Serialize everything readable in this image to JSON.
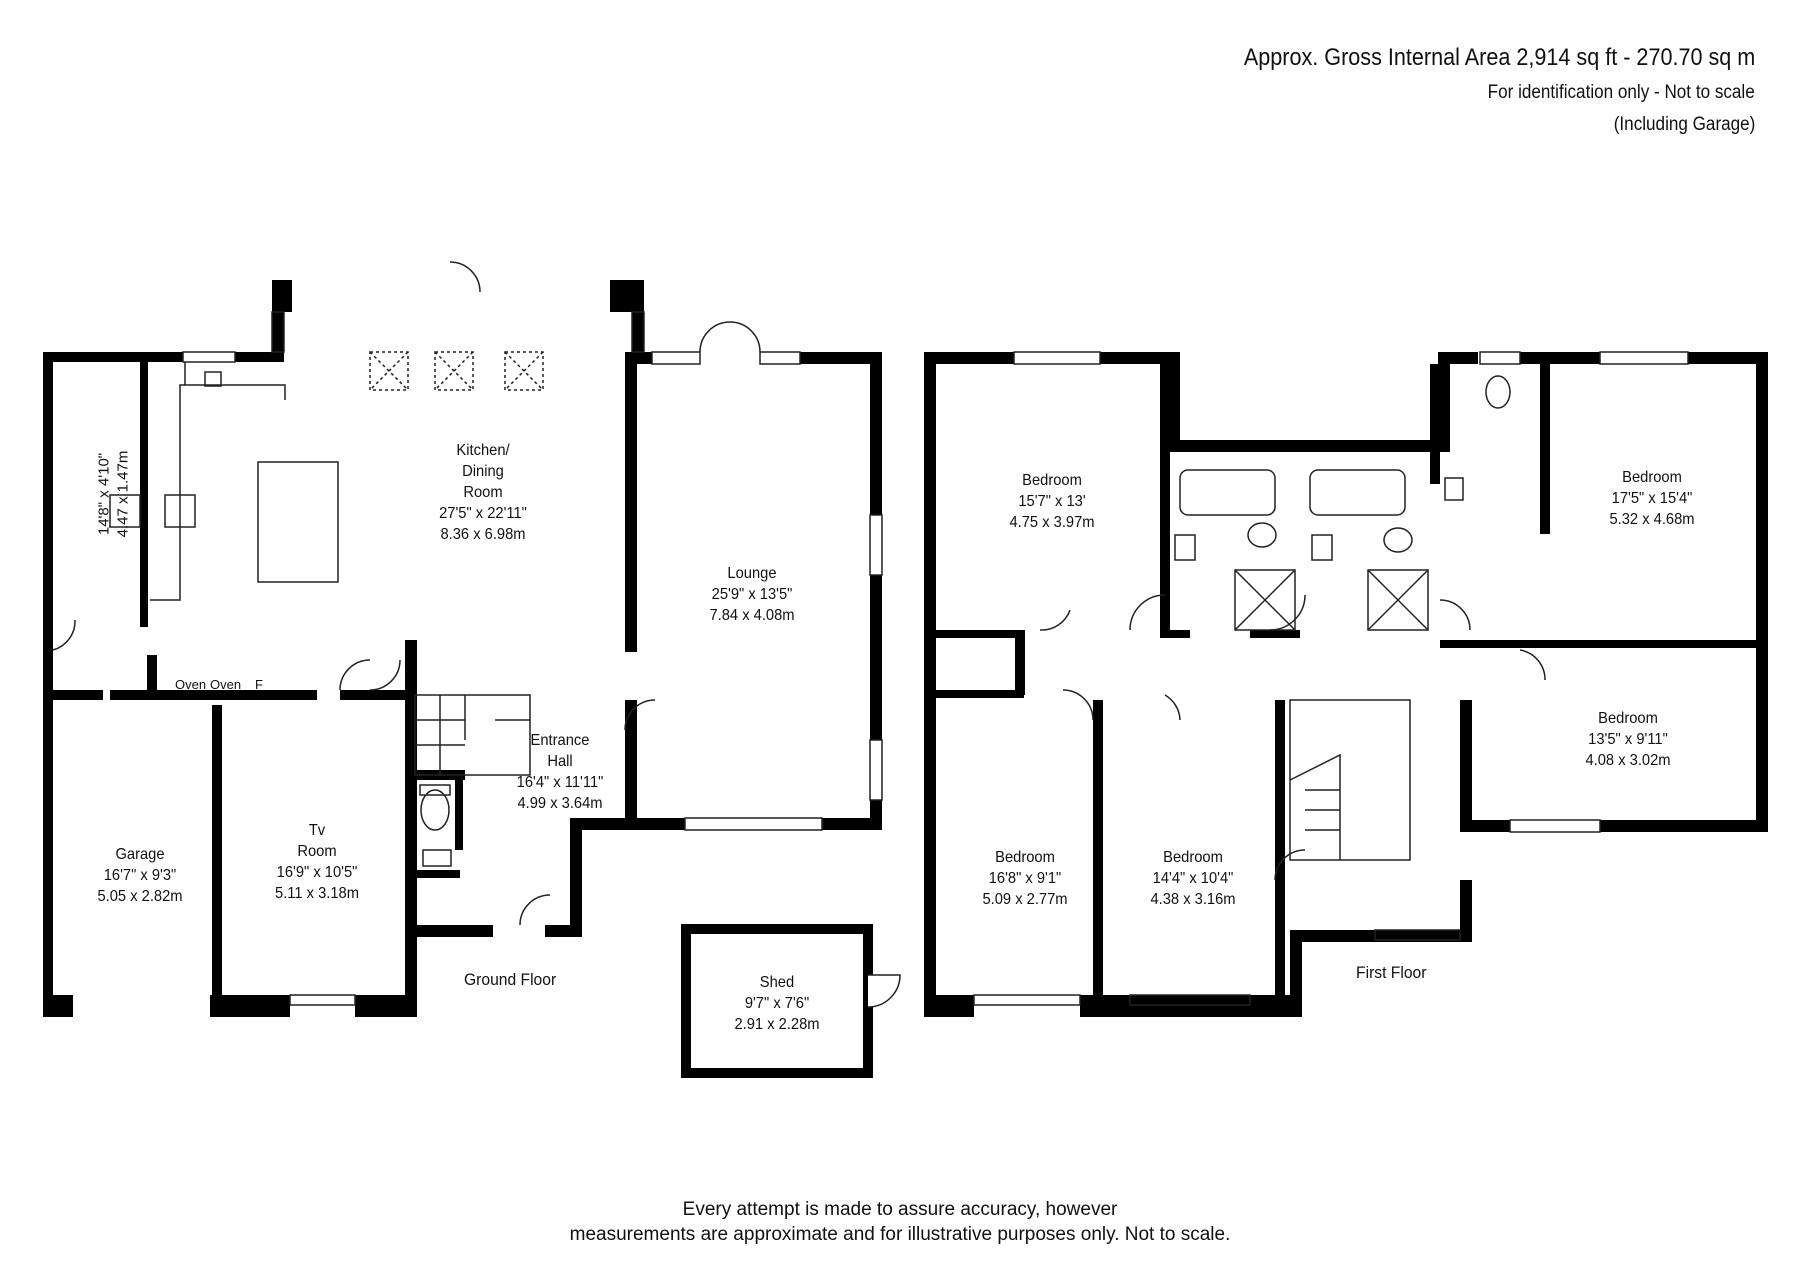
{
  "header": {
    "area": "Approx. Gross Internal Area 2,914 sq ft -  270.70 sq m",
    "line2": "For identification only - Not to scale",
    "line3": "(Including Garage)"
  },
  "ground_floor": {
    "label": "Ground Floor",
    "kitchen": {
      "name1": "Kitchen/",
      "name2": "Dining",
      "name3": "Room",
      "imperial": "27'5\" x 22'11\"",
      "metric": "8.36 x 6.98m"
    },
    "lounge": {
      "name": "Lounge",
      "imperial": "25'9\" x 13'5\"",
      "metric": "7.84 x 4.08m"
    },
    "hall": {
      "name1": "Entrance",
      "name2": "Hall",
      "imperial": "16'4\" x 11'11\"",
      "metric": "4.99 x 3.64m"
    },
    "garage": {
      "name": "Garage",
      "imperial": "16'7\" x 9'3\"",
      "metric": "5.05 x 2.82m"
    },
    "tv_room": {
      "name1": "Tv",
      "name2": "Room",
      "imperial": "16'9\" x 10'5\"",
      "metric": "5.11 x 3.18m"
    },
    "utility": {
      "imperial": "14'8\" x 4'10\"",
      "metric": "4.47 x 1.47m"
    },
    "appliances": {
      "oven1": "Oven",
      "oven2": "Oven",
      "fridge": "F"
    }
  },
  "shed": {
    "name": "Shed",
    "imperial": "9'7\" x 7'6\"",
    "metric": "2.91 x 2.28m"
  },
  "first_floor": {
    "label": "First Floor",
    "bed1": {
      "name": "Bedroom",
      "imperial": "15'7\" x 13'",
      "metric": "4.75 x 3.97m"
    },
    "bed2": {
      "name": "Bedroom",
      "imperial": "17'5\" x 15'4\"",
      "metric": "5.32 x 4.68m"
    },
    "bed3": {
      "name": "Bedroom",
      "imperial": "13'5\" x 9'11\"",
      "metric": "4.08 x 3.02m"
    },
    "bed4": {
      "name": "Bedroom",
      "imperial": "16'8\" x 9'1\"",
      "metric": "5.09 x 2.77m"
    },
    "bed5": {
      "name": "Bedroom",
      "imperial": "14'4\" x 10'4\"",
      "metric": "4.38 x 3.16m"
    }
  },
  "footer": {
    "line1": "Every attempt is made to assure accuracy, however",
    "line2": "measurements are approximate and for illustrative purposes only. Not to scale."
  },
  "colors": {
    "wall": "#000000",
    "line": "#222222",
    "background": "#ffffff"
  }
}
